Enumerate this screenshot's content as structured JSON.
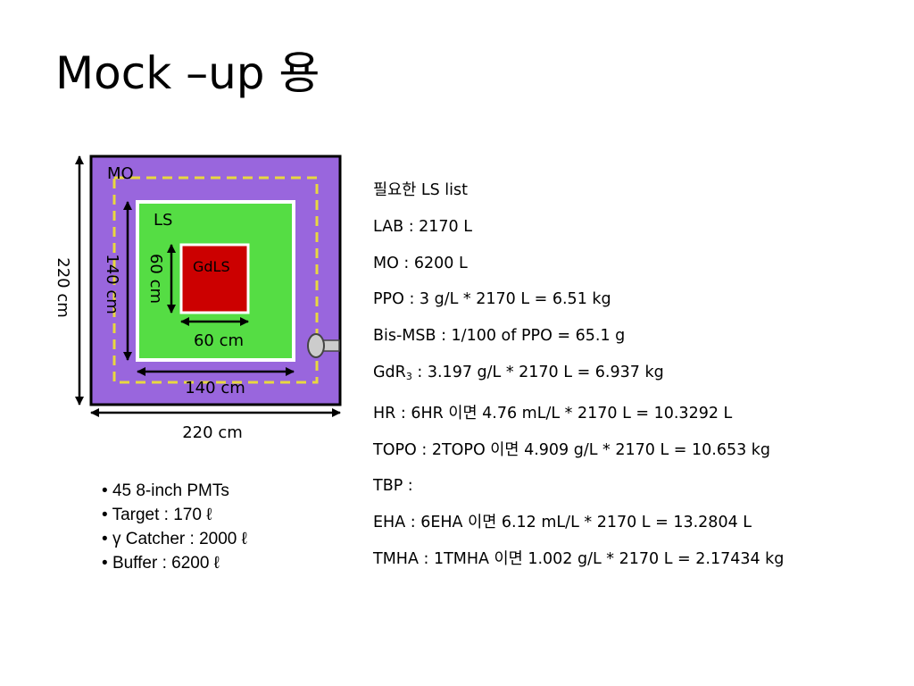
{
  "slide": {
    "title": "Mock –up 용"
  },
  "diagram": {
    "labels": {
      "mo": "MO",
      "ls": "LS",
      "gdls": "GdLS",
      "outer_height": "220 cm",
      "outer_width": "220 cm",
      "ls_height": "140 cm",
      "ls_width": "140 cm",
      "gdls_height": "60 cm",
      "gdls_width": "60 cm"
    },
    "colors": {
      "mo": "#9966dd",
      "ls": "#55dd44",
      "gdls": "#cc0000",
      "dashed": "#e8d840",
      "border": "#ffffff",
      "pmt": "#cccccc"
    }
  },
  "pmt_info": [
    {
      "bullet": "•",
      "text": "45 8-inch PMTs"
    },
    {
      "bullet": "•",
      "text": "Target : 170 ℓ"
    },
    {
      "bullet": "•",
      "text": "γ Catcher : 2000 ℓ"
    },
    {
      "bullet": "•",
      "text": "Buffer : 6200 ℓ"
    }
  ],
  "ls_list": {
    "heading": "필요한 LS list",
    "lab": "LAB : 2170 L",
    "mo": "MO : 6200 L",
    "ppo": "PPO : 3 g/L * 2170 L = 6.51 kg",
    "bismsb": "Bis-MSB : 1/100 of PPO = 65.1 g",
    "gdr_prefix": "GdR",
    "gdr_sub": "3",
    "gdr_suffix": " : 3.197 g/L * 2170 L = 6.937 kg",
    "hr": "HR : 6HR 이면 4.76 mL/L * 2170 L = 10.3292 L",
    "topo": "TOPO : 2TOPO 이면 4.909 g/L * 2170 L = 10.653 kg",
    "tbp": "TBP :",
    "eha": "EHA : 6EHA 이면 6.12 mL/L * 2170 L = 13.2804 L",
    "tmha": "TMHA : 1TMHA 이면 1.002 g/L * 2170 L = 2.17434 kg"
  }
}
